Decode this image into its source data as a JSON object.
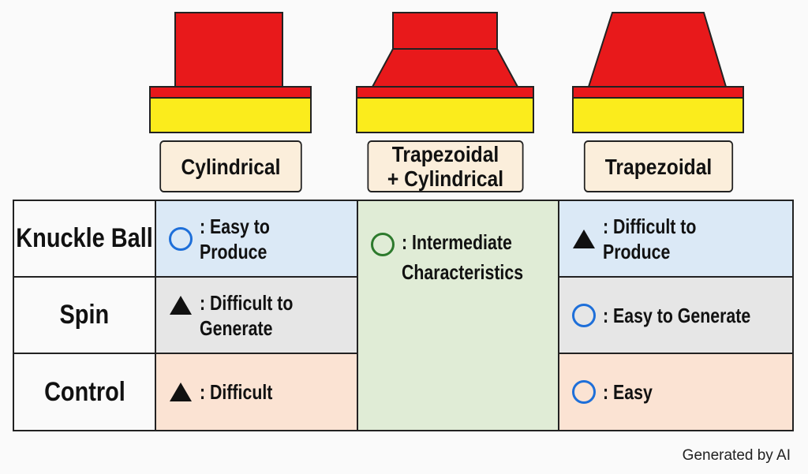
{
  "colors": {
    "red": "#e8191b",
    "yellow": "#fbec1c",
    "label_bg": "#fbeedb",
    "easy_circle": "#1e6fd9",
    "intermediate_circle": "#2d7a2d",
    "row_blue": "#dbe9f6",
    "row_gray": "#e6e6e6",
    "row_peach": "#fbe3d3",
    "middle_green": "#e0ecd6"
  },
  "shapes": [
    {
      "id": "cylindrical",
      "label": "Cylindrical"
    },
    {
      "id": "trapezoidal-cylindrical",
      "label": "Trapezoidal\n+ Cylindrical"
    },
    {
      "id": "trapezoidal",
      "label": "Trapezoidal"
    }
  ],
  "rows": [
    {
      "label": "Knuckle Ball"
    },
    {
      "label": "Spin"
    },
    {
      "label": "Control"
    }
  ],
  "cells": {
    "cyl_knuckle": {
      "symbol": "circle-icon",
      "text": ": Easy to Produce"
    },
    "cyl_spin": {
      "symbol": "triangle-icon",
      "text": ": Difficult to\nGenerate"
    },
    "cyl_control": {
      "symbol": "triangle-icon",
      "text": ": Difficult"
    },
    "middle": {
      "symbol": "green-circle-icon",
      "text": ": Intermediate\nCharacteristics"
    },
    "trap_knuckle": {
      "symbol": "triangle-icon",
      "text": ": Difficult to Produce"
    },
    "trap_spin": {
      "symbol": "circle-icon",
      "text": ": Easy to Generate"
    },
    "trap_control": {
      "symbol": "circle-icon",
      "text": ": Easy"
    }
  },
  "footer": "Generated by AI"
}
